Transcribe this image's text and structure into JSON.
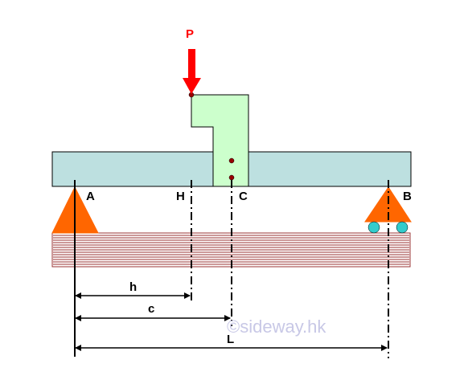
{
  "labels": {
    "load": "P",
    "support_a": "A",
    "support_b": "B",
    "point_h": "H",
    "point_c": "C",
    "dim_h": "h",
    "dim_c": "c",
    "dim_l": "L"
  },
  "watermark": "©sideway.hk",
  "colors": {
    "beam": "#bde0e0",
    "bracket": "#ccffcc",
    "support": "#ff6600",
    "roller": "#33cccc",
    "load_arrow": "#ff0000",
    "ground_hatch": "#993333",
    "dot": "#990000"
  }
}
